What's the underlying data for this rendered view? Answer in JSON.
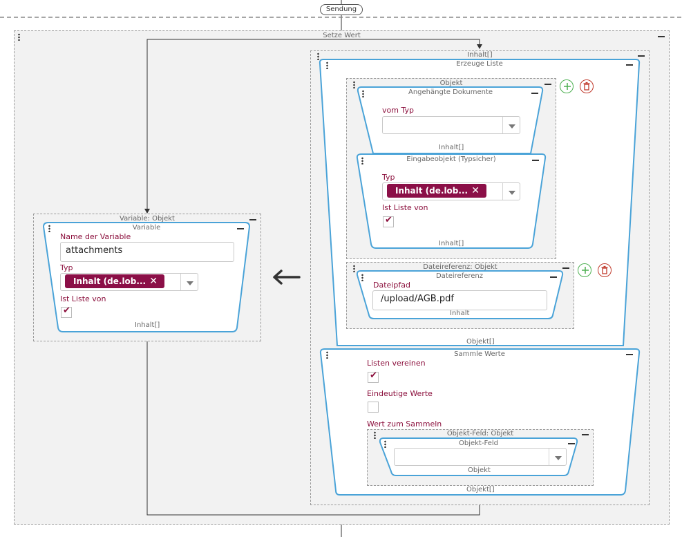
{
  "sendung": "Sendung",
  "setze_wert": "Setze Wert",
  "inhalt_list": "Inhalt[]",
  "erzeuge_liste": "Erzeuge Liste",
  "objekt": "Objekt",
  "angehaengte_dokumente": "Angehängte Dokumente",
  "vom_typ": "vom Typ",
  "eingabeobjekt": "Eingabeobjekt (Typsicher)",
  "typ": "Typ",
  "tag_value": "Inhalt (de.lob...",
  "ist_liste_von": "Ist Liste von",
  "dateireferenz_objekt": "Dateireferenz: Objekt",
  "dateireferenz": "Dateireferenz",
  "dateipfad": "Dateipfad",
  "dateipfad_value": "/upload/AGB.pdf",
  "inhalt": "Inhalt",
  "objekt_list": "Objekt[]",
  "sammle_werte": "Sammle Werte",
  "listen_vereinen": "Listen vereinen",
  "eindeutige_werte": "Eindeutige Werte",
  "wert_zum_sammeln": "Wert zum Sammeln",
  "objekt_feld_objekt": "Objekt-Feld: Objekt",
  "objekt_feld": "Objekt-Feld",
  "variable_objekt": "Variable: Objekt",
  "variable": "Variable",
  "name_der_variable": "Name der Variable",
  "variable_name_value": "attachments",
  "icons": {
    "arrow": "arrow-left-icon",
    "add": "plus-circle-icon",
    "delete": "trash-icon",
    "collapse": "minus-icon",
    "drag": "drag-handle-icon"
  },
  "colors": {
    "accent_blue": "#4aa3d8",
    "label_maroon": "#8b0f3c",
    "tag_bg": "#8b0f47",
    "add_green": "#4caf50",
    "delete_red": "#c0392b"
  }
}
